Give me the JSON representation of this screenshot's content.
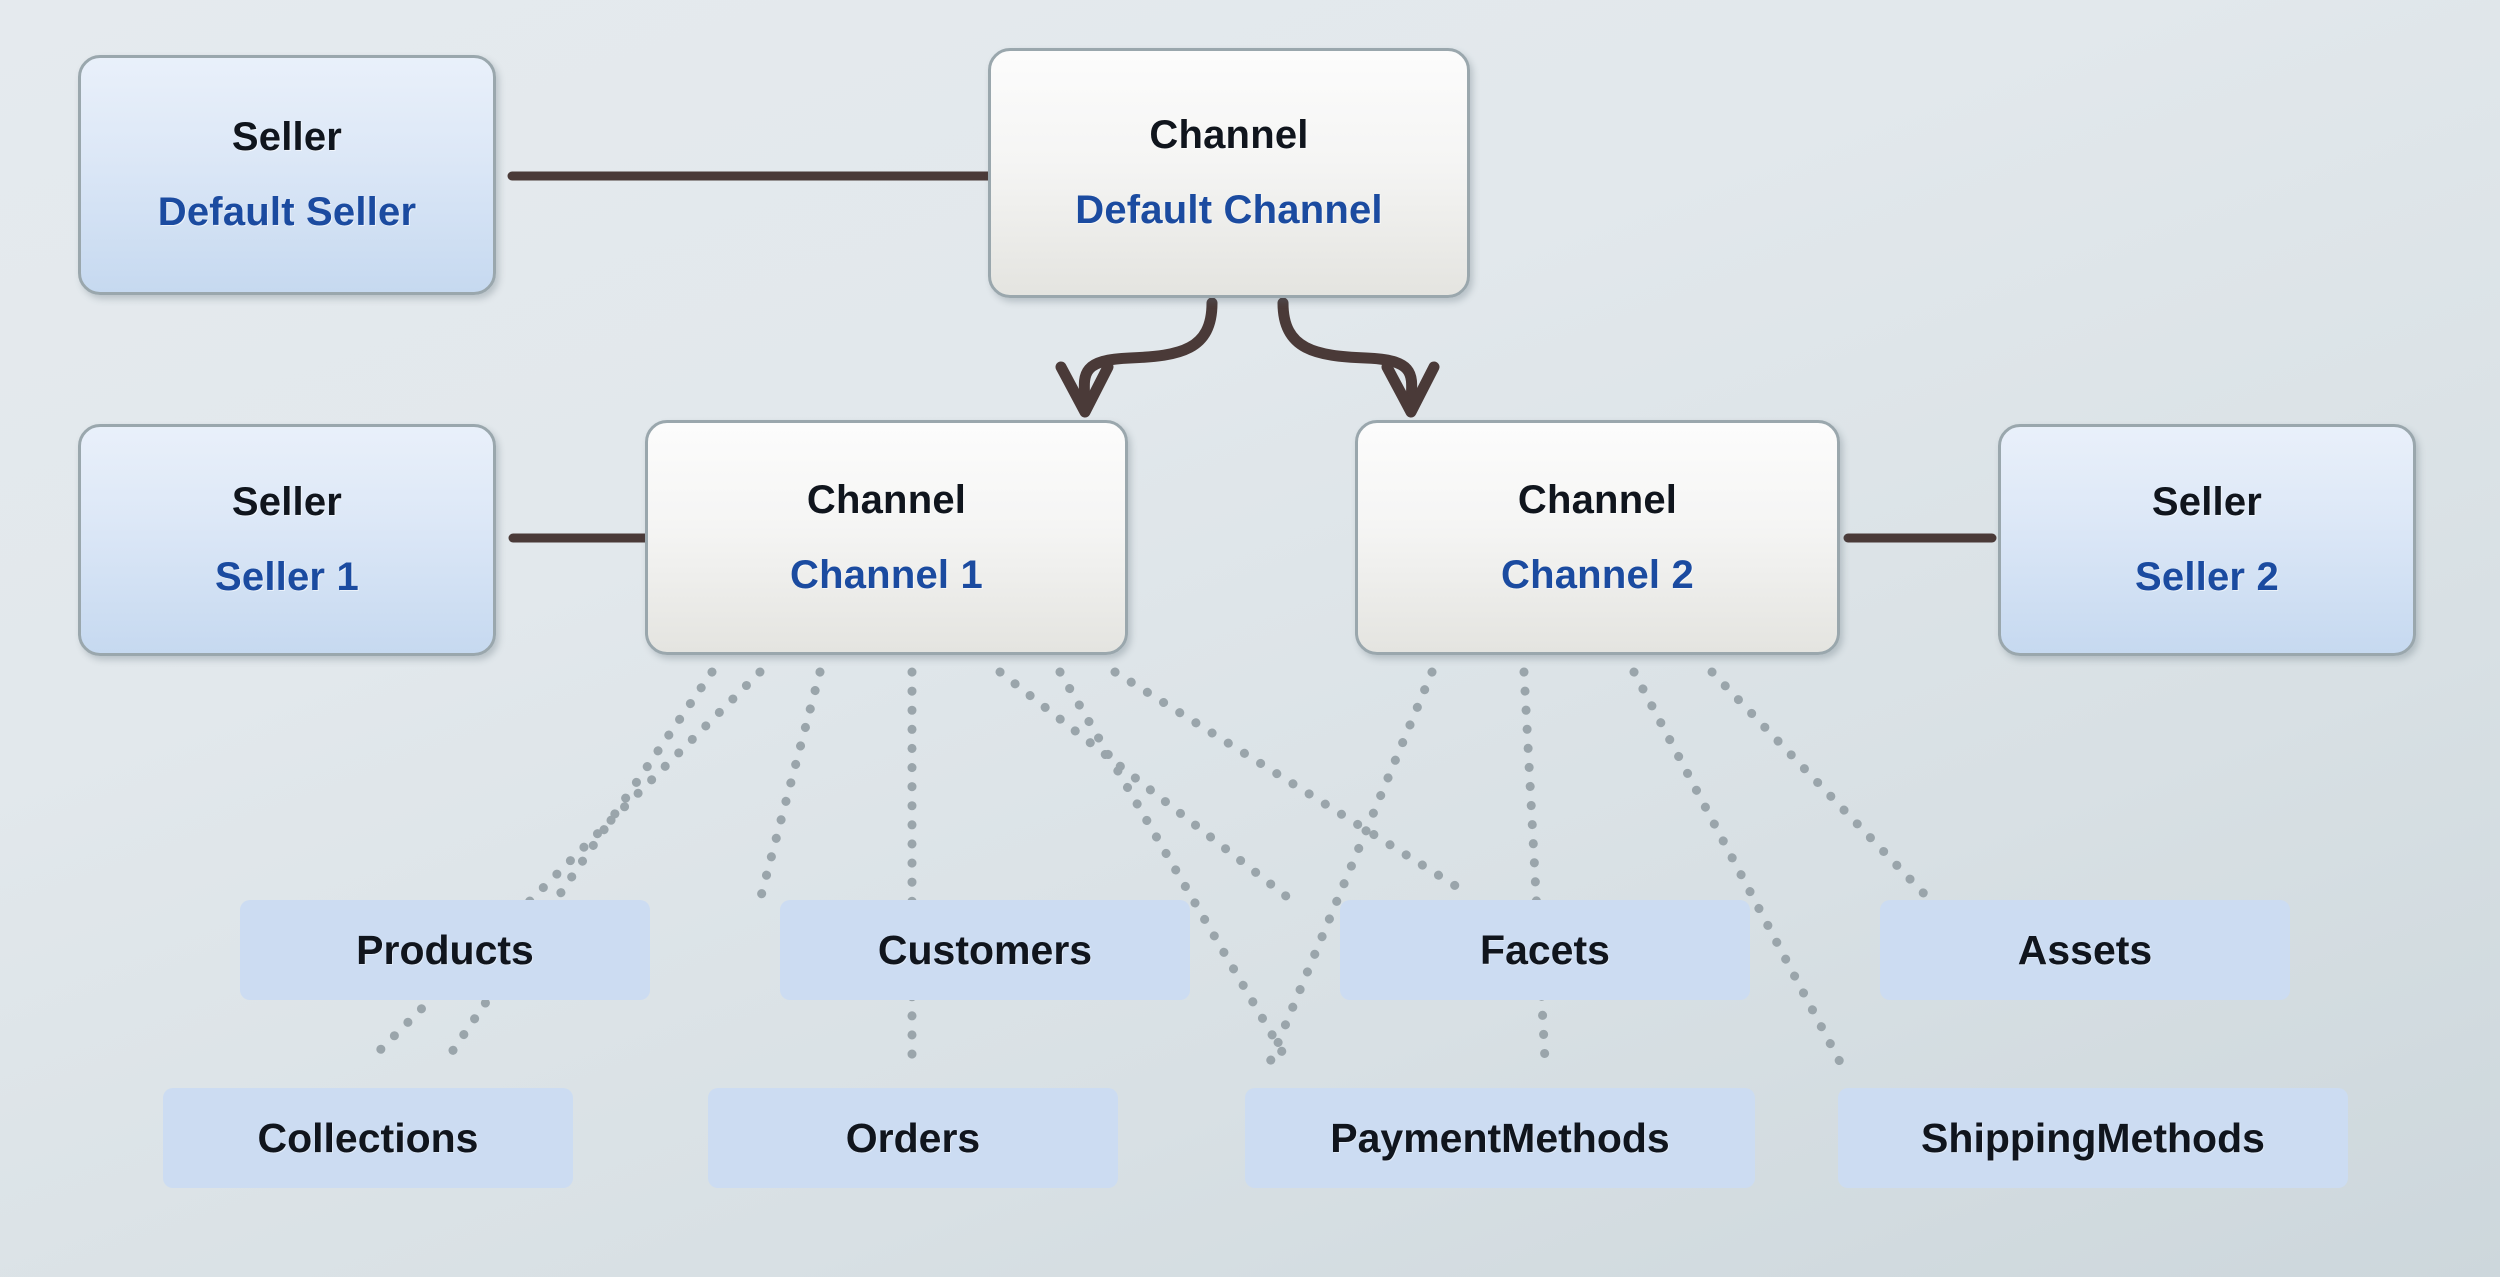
{
  "diagram": {
    "title": "Vendure Channel / Seller entity scoping diagram",
    "colors": {
      "background_top": "#e5eaee",
      "background_bottom": "#cdd7dc",
      "card_border": "#9aa7ad",
      "seller_fill": "#dde8f7",
      "channel_fill": "#f5f5f4",
      "type_label": "#10151d",
      "name_label": "#1b4ba0",
      "leaf_fill": "#ccdcf2",
      "solid_link": "#4a3a38",
      "arrow": "#4a3a38",
      "dotted_link": "#9aa5ab"
    }
  },
  "nodes": {
    "default_seller": {
      "type": "Seller",
      "name": "Default Seller"
    },
    "default_channel": {
      "type": "Channel",
      "name": "Default Channel"
    },
    "seller_1": {
      "type": "Seller",
      "name": "Seller 1"
    },
    "channel_1": {
      "type": "Channel",
      "name": "Channel 1"
    },
    "channel_2": {
      "type": "Channel",
      "name": "Channel 2"
    },
    "seller_2": {
      "type": "Seller",
      "name": "Seller 2"
    }
  },
  "entities_row_1": [
    {
      "label": "Products"
    },
    {
      "label": "Customers"
    },
    {
      "label": "Facets"
    },
    {
      "label": "Assets"
    }
  ],
  "entities_row_2": [
    {
      "label": "Collections"
    },
    {
      "label": "Orders"
    },
    {
      "label": "PaymentMethods"
    },
    {
      "label": "ShippingMethods"
    }
  ],
  "connections": {
    "solid_links": [
      {
        "from": "default_seller",
        "to": "default_channel"
      },
      {
        "from": "seller_1",
        "to": "channel_1"
      },
      {
        "from": "channel_2",
        "to": "seller_2"
      }
    ],
    "arrows": [
      {
        "from": "default_channel",
        "to": "channel_1"
      },
      {
        "from": "default_channel",
        "to": "channel_2"
      }
    ],
    "dotted_links": [
      {
        "from": "channel_1",
        "to": "Products"
      },
      {
        "from": "channel_1",
        "to": "Collections"
      },
      {
        "from": "channel_1",
        "to": "Customers"
      },
      {
        "from": "channel_1",
        "to": "Orders"
      },
      {
        "from": "channel_1",
        "to": "Facets"
      },
      {
        "from": "channel_1",
        "to": "PaymentMethods"
      },
      {
        "from": "channel_2",
        "to": "Facets"
      },
      {
        "from": "channel_2",
        "to": "PaymentMethods"
      },
      {
        "from": "channel_2",
        "to": "Assets"
      },
      {
        "from": "channel_2",
        "to": "ShippingMethods"
      }
    ]
  }
}
